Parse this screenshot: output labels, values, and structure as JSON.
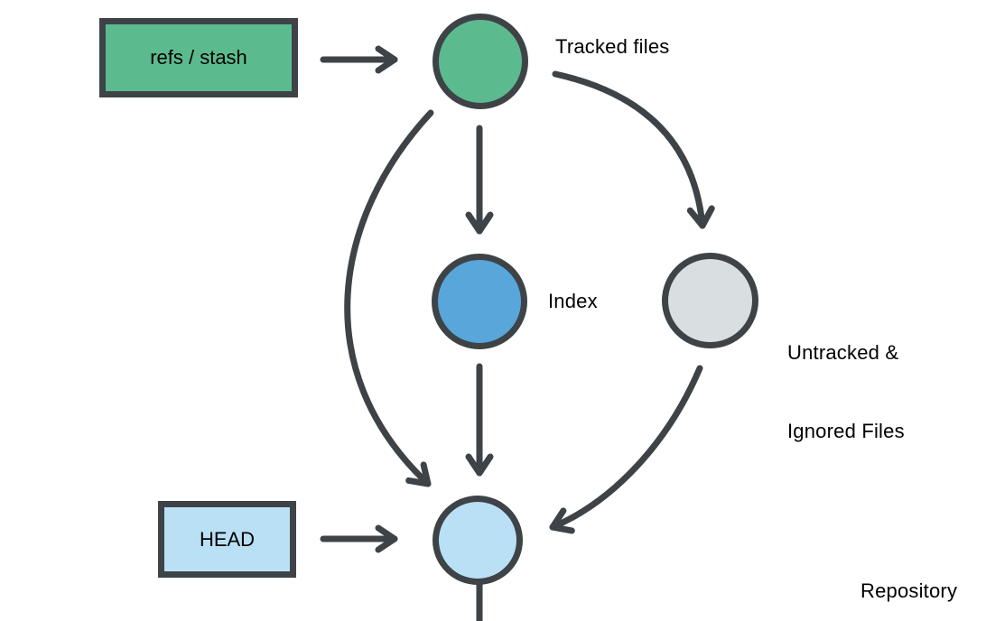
{
  "diagram": {
    "title": "Git repository areas diagram",
    "background": "#ffffff",
    "stroke_color": "#3e4347",
    "text_color": "#000000",
    "boxes": [
      {
        "id": "refs-stash",
        "label": "refs / stash",
        "fill": "#5cbb8e"
      },
      {
        "id": "head",
        "label": "HEAD",
        "fill": "#bae0f6"
      }
    ],
    "nodes": [
      {
        "id": "tracked-files",
        "label": "Tracked files",
        "fill": "#5cbb8e"
      },
      {
        "id": "index",
        "label": "Index",
        "fill": "#58a6da"
      },
      {
        "id": "untracked-ignored",
        "label_line1": "Untracked &",
        "label_line2": "Ignored Files",
        "fill": "#d9dee0"
      },
      {
        "id": "head-commit",
        "label": "",
        "fill": "#bae0f6"
      }
    ],
    "labels": {
      "repository": "Repository"
    },
    "edges": [
      {
        "name": "refs-stash-to-tracked-files",
        "style": "straight-arrow"
      },
      {
        "name": "tracked-files-to-index",
        "style": "straight-arrow"
      },
      {
        "name": "tracked-files-to-untracked-ignored",
        "style": "curved-arrow"
      },
      {
        "name": "tracked-files-to-head-commit",
        "style": "curved-arrow"
      },
      {
        "name": "index-to-head-commit",
        "style": "straight-arrow"
      },
      {
        "name": "untracked-ignored-to-head-commit",
        "style": "curved-arrow"
      },
      {
        "name": "head-to-head-commit",
        "style": "straight-arrow"
      },
      {
        "name": "head-commit-down-line",
        "style": "plain-line"
      }
    ]
  }
}
